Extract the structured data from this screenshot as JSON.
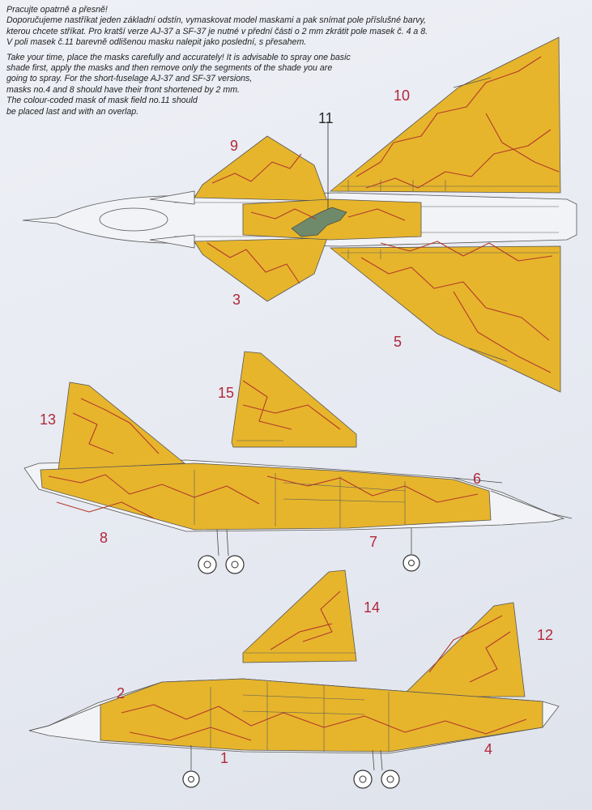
{
  "instructions": {
    "cz": [
      "Pracujte opatrně a přesně!",
      "Doporučujeme nastříkat jeden základní odstín, vymaskovat model maskami a pak snímat pole příslušné barvy,",
      "kterou chcete stříkat. Pro kratší verze AJ-37 a SF-37 je nutné v přední části o 2 mm zkrátit pole masek č. 4 a 8.",
      "V poli masek č.11 barevně odlišenou masku nalepit jako poslední, s přesahem."
    ],
    "en": [
      "Take your time, place the masks carefully and accurately! It is advisable to spray one basic",
      "shade first, apply the masks and then remove only the segments of the shade you are",
      "going to spray. For the short-fuselage AJ-37 and SF-37 versions,",
      "masks no.4 and 8 should have their front shortened by 2 mm.",
      "The colour-coded mask of mask field no.11 should",
      "be placed last and with an overlap."
    ]
  },
  "labels": {
    "n1": "1",
    "n2": "2",
    "n3": "3",
    "n4": "4",
    "n5": "5",
    "n6": "6",
    "n7": "7",
    "n8": "8",
    "n9": "9",
    "n10": "10",
    "n11": "11",
    "n12": "12",
    "n13": "13",
    "n14": "14",
    "n15": "15"
  },
  "colors": {
    "mask_yellow": "#e6b52c",
    "camo_line": "#b53a2a",
    "mask11_green": "#6f8a6a",
    "label_red": "#b0283a"
  }
}
